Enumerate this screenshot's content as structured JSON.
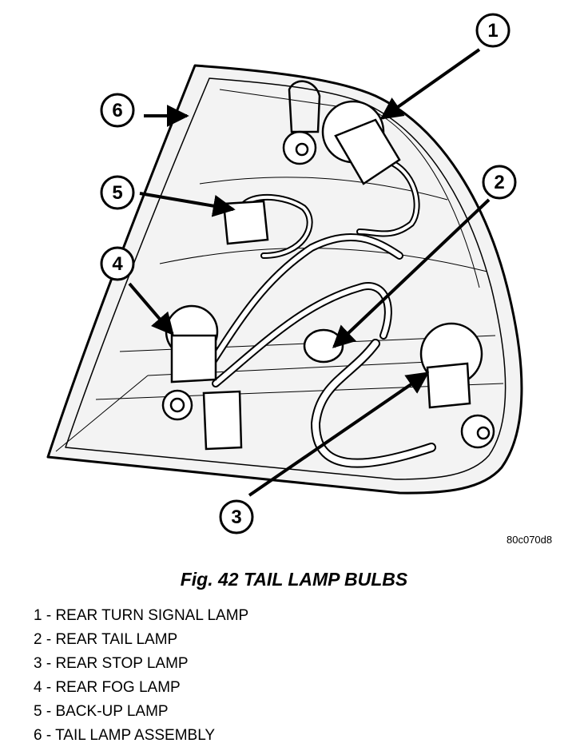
{
  "figure": {
    "code": "80c070d8",
    "title": "Fig. 42 TAIL LAMP BULBS",
    "callouts": [
      "1",
      "2",
      "3",
      "4",
      "5",
      "6"
    ]
  },
  "legend": [
    "1 - REAR TURN SIGNAL LAMP",
    "2 - REAR TAIL LAMP",
    "3 - REAR STOP LAMP",
    "4 - REAR FOG LAMP",
    "5 - BACK-UP LAMP",
    "6 - TAIL LAMP ASSEMBLY"
  ]
}
